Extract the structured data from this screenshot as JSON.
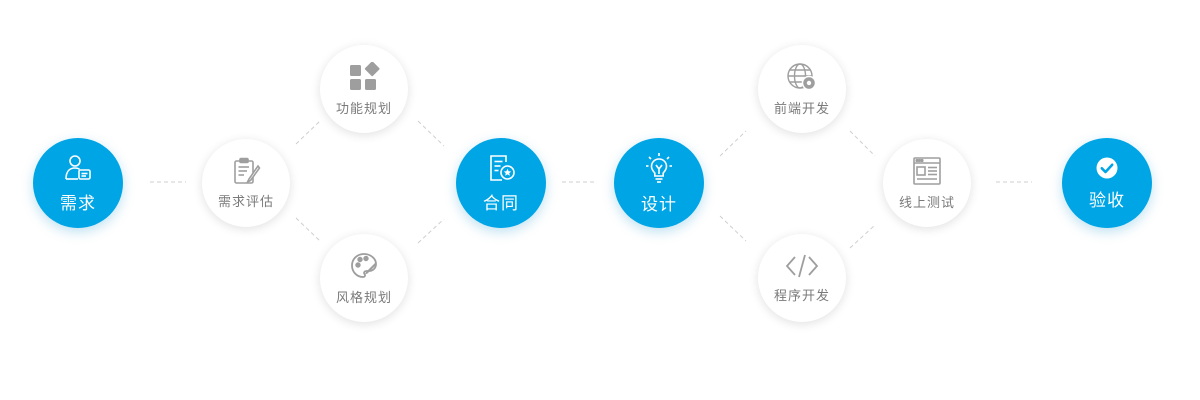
{
  "colors": {
    "accent": "#00a5e6",
    "muted_text": "#7a7a7a",
    "icon_gray": "#9e9e9e",
    "dashed_line": "#cfcfcf"
  },
  "steps": {
    "xuqiu": {
      "label": "需求",
      "icon": "user-document-icon"
    },
    "pinggu": {
      "label": "需求评估",
      "icon": "clipboard-pen-icon"
    },
    "gongneng": {
      "label": "功能规划",
      "icon": "blocks-grid-icon"
    },
    "fengge": {
      "label": "风格规划",
      "icon": "palette-icon"
    },
    "hetong": {
      "label": "合同",
      "icon": "contract-seal-icon"
    },
    "sheji": {
      "label": "设计",
      "icon": "lightbulb-icon"
    },
    "qianduan": {
      "label": "前端开发",
      "icon": "globe-gear-icon"
    },
    "chengxu": {
      "label": "程序开发",
      "icon": "code-brackets-icon"
    },
    "ceshi": {
      "label": "线上测试",
      "icon": "browser-window-icon"
    },
    "yanshou": {
      "label": "验收",
      "icon": "check-circle-icon"
    }
  }
}
